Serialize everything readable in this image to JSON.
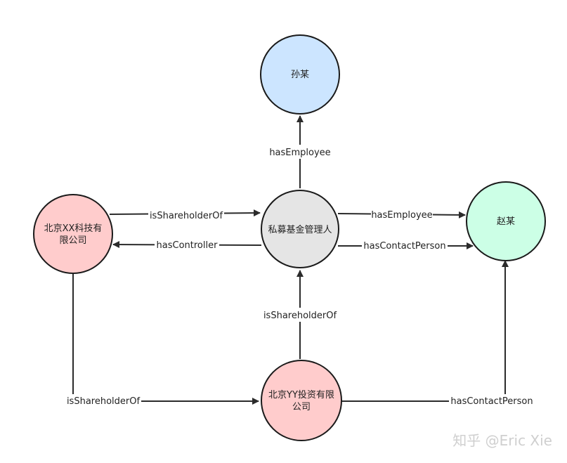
{
  "nodes": {
    "sun": {
      "label": [
        "孙某"
      ],
      "color": "#cce5ff"
    },
    "pef": {
      "label": [
        "私募基金管理人"
      ],
      "color": "#e5e5e5"
    },
    "zhao": {
      "label": [
        "赵某"
      ],
      "color": "#ccffe6"
    },
    "bjxx": {
      "label": [
        "北京XX科技有",
        "限公司"
      ],
      "color": "#ffcccc"
    },
    "bjyy": {
      "label": [
        "北京YY投资有限",
        "公司"
      ],
      "color": "#ffcccc"
    }
  },
  "edges": {
    "pef_sun": "hasEmployee",
    "bjxx_pef": "isShareholderOf",
    "pef_bjxx": "hasController",
    "pef_zhao_emp": "hasEmployee",
    "pef_zhao_contact": "hasContactPerson",
    "bjyy_pef": "isShareholderOf",
    "bjxx_bjyy": "isShareholderOf",
    "bjyy_zhao": "hasContactPerson"
  },
  "watermark": "知乎 @Eric Xie"
}
